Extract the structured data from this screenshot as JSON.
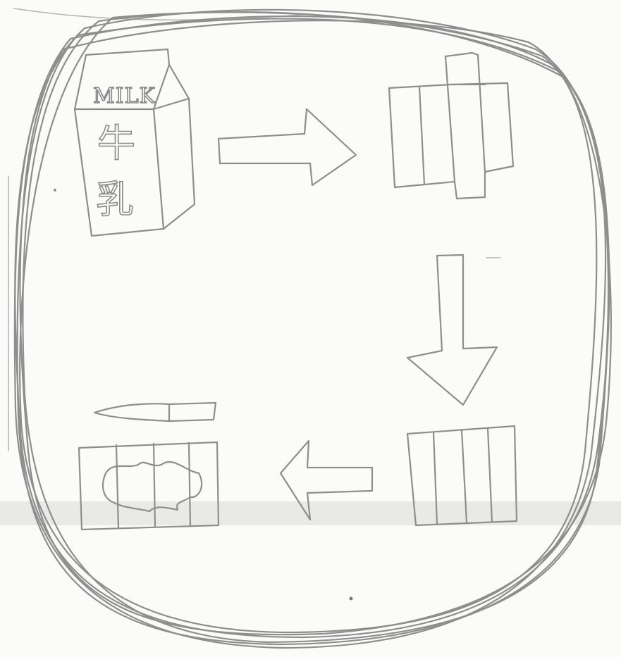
{
  "carton": {
    "label_latin": "MILK",
    "label_cjk_top": "牛",
    "label_cjk_bottom": "乳"
  },
  "colors": {
    "paper": "#fbfbfa",
    "pencil": "#8e8e8e",
    "crease": "#d7d7d5"
  },
  "icons": [
    "milk-carton-icon",
    "arrow-right-icon",
    "cut-carton-strips-icon",
    "arrow-down-icon",
    "flattened-strips-icon",
    "arrow-left-icon",
    "knife-icon",
    "carton-sheet-with-hole-icon"
  ]
}
